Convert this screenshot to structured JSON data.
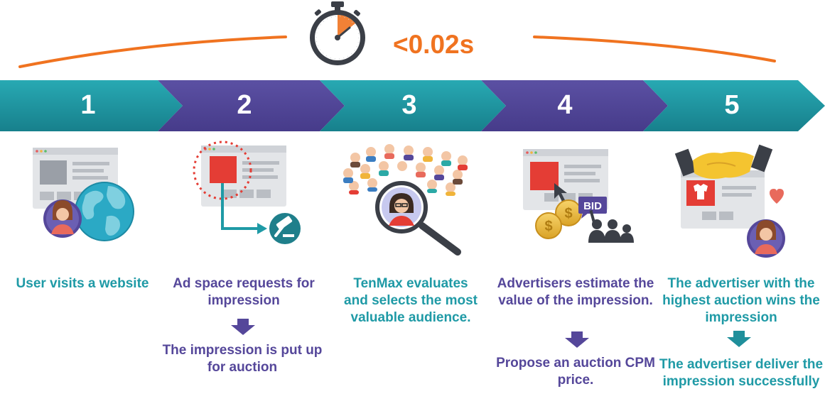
{
  "timer": {
    "label": "<0.02s"
  },
  "steps": [
    {
      "number": "1",
      "caption": "User visits a website"
    },
    {
      "number": "2",
      "caption": "Ad space requests for impression",
      "result": "The impression is put up for auction"
    },
    {
      "number": "3",
      "caption": "TenMax evaluates and selects the most valuable audience."
    },
    {
      "number": "4",
      "caption": "Advertisers estimate the value of the impression.",
      "result": "Propose an auction CPM price.",
      "badge": "BID"
    },
    {
      "number": "5",
      "caption": "The advertiser with the highest auction wins the impression",
      "result": "The advertiser deliver the impression successfully"
    }
  ],
  "colors": {
    "teal": "#1f8f9b",
    "purple": "#55479a",
    "orange": "#f07320",
    "red": "#e43d35"
  },
  "icons": [
    "stopwatch-icon",
    "globe-icon",
    "user-avatar-icon",
    "gavel-icon",
    "crowd-icon",
    "magnifier-icon",
    "coins-icon",
    "bidders-icon",
    "handshake-icon",
    "heart-icon",
    "down-arrow-icon"
  ]
}
